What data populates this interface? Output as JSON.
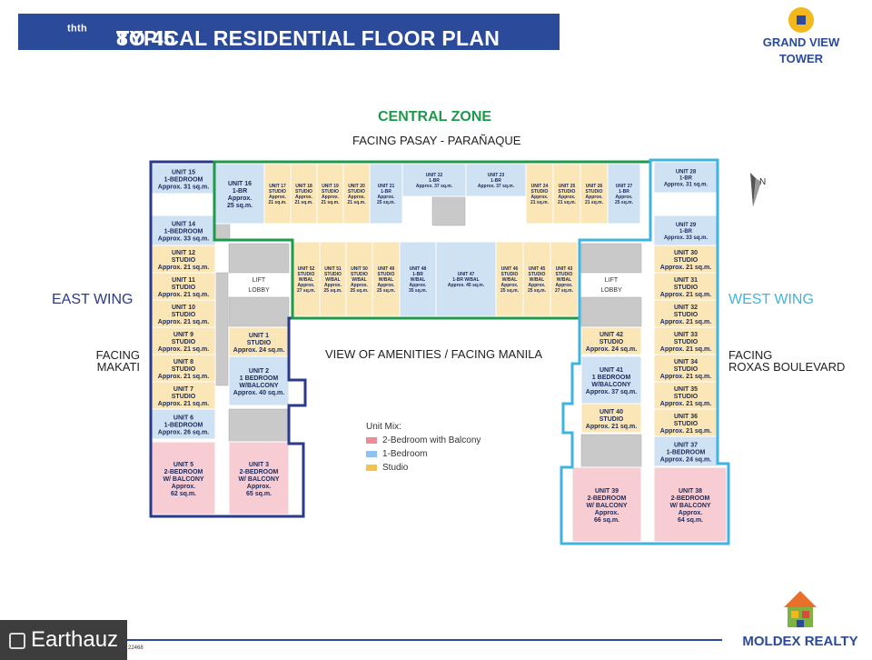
{
  "header": {
    "title_parts": {
      "a": "8",
      "a_sup": "th",
      "b": " TO 45",
      "b_sup": "th",
      "c": " TYPICAL RESIDENTIAL FLOOR PLAN"
    },
    "brand_line1": "GRAND VIEW",
    "brand_line2": "TOWER"
  },
  "zones": {
    "central": "CENTRAL ZONE",
    "central_facing": "FACING PASAY - PARAÑAQUE",
    "east": "EAST WING",
    "east_facing1": "FACING",
    "east_facing2": "MAKATI",
    "west": "WEST WING",
    "west_facing1": "FACING",
    "west_facing2": "ROXAS BOULEVARD",
    "amenities": "VIEW OF AMENITIES / FACING MANILA",
    "compass": "N"
  },
  "colors": {
    "two_br": "#f7cdd3",
    "one_br": "#cfe2f3",
    "studio": "#fbe6b8",
    "service": "#c9c9c9",
    "east_outline": "#2b3a8a",
    "west_outline": "#3fb4e0",
    "central_outline": "#1e9a4a"
  },
  "legend": {
    "title": "Unit Mix:",
    "items": [
      {
        "label": "2-Bedroom with Balcony",
        "color": "#f08a96"
      },
      {
        "label": "1-Bedroom",
        "color": "#8dc3ee"
      },
      {
        "label": "Studio",
        "color": "#f2c34a"
      }
    ]
  },
  "lobby": {
    "east_l1": "LIFT",
    "east_l2": "LOBBY",
    "west_l1": "LIFT",
    "west_l2": "LOBBY"
  },
  "units": [
    {
      "no": "UNIT 15",
      "type": "1-BEDROOM",
      "area": "Approx. 31 sq.m."
    },
    {
      "no": "UNIT 14",
      "type": "1-BEDROOM",
      "area": "Approx. 33 sq.m."
    },
    {
      "no": "UNIT 12",
      "type": "STUDIO",
      "area": "Approx. 21 sq.m."
    },
    {
      "no": "UNIT 11",
      "type": "STUDIO",
      "area": "Approx. 21 sq.m."
    },
    {
      "no": "UNIT 10",
      "type": "STUDIO",
      "area": "Approx. 21 sq.m."
    },
    {
      "no": "UNIT 9",
      "type": "STUDIO",
      "area": "Approx. 21 sq.m."
    },
    {
      "no": "UNIT 8",
      "type": "STUDIO",
      "area": "Approx. 21 sq.m."
    },
    {
      "no": "UNIT 7",
      "type": "STUDIO",
      "area": "Approx. 21 sq.m."
    },
    {
      "no": "UNIT 6",
      "type": "1-BEDROOM",
      "area": "Approx. 26 sq.m."
    },
    {
      "no": "UNIT 5",
      "type": "2-BEDROOM",
      "type2": "W/ BALCONY",
      "area": "Approx.",
      "area2": "62 sq.m."
    },
    {
      "no": "UNIT 3",
      "type": "2-BEDROOM",
      "type2": "W/ BALCONY",
      "area": "Approx.",
      "area2": "65 sq.m."
    },
    {
      "no": "UNIT 1",
      "type": "STUDIO",
      "area": "Approx. 24 sq.m."
    },
    {
      "no": "UNIT 2",
      "type": "1 BEDROOM",
      "type2": "W/BALCONY",
      "area": "Approx. 40 sq.m."
    },
    {
      "no": "UNIT 16",
      "type": "1-BR",
      "area": "Approx.",
      "area2": "25 sq.m."
    },
    {
      "no": "UNIT 17",
      "type": "STUDIO",
      "area": "Approx.",
      "area2": "21 sq.m."
    },
    {
      "no": "UNIT 18",
      "type": "STUDIO",
      "area": "Approx.",
      "area2": "21 sq.m."
    },
    {
      "no": "UNIT 19",
      "type": "STUDIO",
      "area": "Approx.",
      "area2": "21 sq.m."
    },
    {
      "no": "UNIT 20",
      "type": "STUDIO",
      "area": "Approx.",
      "area2": "21 sq.m."
    },
    {
      "no": "UNIT 21",
      "type": "1-BR",
      "area": "Approx.",
      "area2": "25 sq.m."
    },
    {
      "no": "UNIT 22",
      "type": "1-BR",
      "area": "Approx. 37 sq.m."
    },
    {
      "no": "UNIT 23",
      "type": "1-BR",
      "area": "Approx. 37 sq.m."
    },
    {
      "no": "UNIT 24",
      "type": "STUDIO",
      "area": "Approx.",
      "area2": "21 sq.m."
    },
    {
      "no": "UNIT 25",
      "type": "STUDIO",
      "area": "Approx.",
      "area2": "21 sq.m."
    },
    {
      "no": "UNIT 26",
      "type": "STUDIO",
      "area": "Approx.",
      "area2": "21 sq.m."
    },
    {
      "no": "UNIT 27",
      "type": "1-BR",
      "area": "Approx.",
      "area2": "25 sq.m."
    },
    {
      "no": "UNIT 52",
      "type": "STUDIO",
      "type2": "W/BAL",
      "area": "Approx.",
      "area2": "27 sq.m."
    },
    {
      "no": "UNIT 51",
      "type": "STUDIO",
      "type2": "W/BAL",
      "area": "Approx.",
      "area2": "25 sq.m."
    },
    {
      "no": "UNIT 50",
      "type": "STUDIO",
      "type2": "W/BAL",
      "area": "Approx.",
      "area2": "25 sq.m."
    },
    {
      "no": "UNIT 49",
      "type": "STUDIO",
      "type2": "W/BAL",
      "area": "Approx.",
      "area2": "25 sq.m."
    },
    {
      "no": "UNIT 48",
      "type": "1-BR",
      "type2": "W/BAL",
      "area": "Approx.",
      "area2": "35 sq.m."
    },
    {
      "no": "UNIT 47",
      "type": "1-BR W/BAL",
      "area": "Approx. 45 sq.m."
    },
    {
      "no": "UNIT 46",
      "type": "STUDIO",
      "type2": "W/BAL",
      "area": "Approx.",
      "area2": "25 sq.m."
    },
    {
      "no": "UNIT 45",
      "type": "STUDIO",
      "type2": "W/BAL",
      "area": "Approx.",
      "area2": "25 sq.m."
    },
    {
      "no": "UNIT 43",
      "type": "STUDIO",
      "type2": "W/BAL",
      "area": "Approx.",
      "area2": "27 sq.m."
    },
    {
      "no": "UNIT 28",
      "type": "1-BR",
      "area": "Approx. 31 sq.m."
    },
    {
      "no": "UNIT 29",
      "type": "1-BR",
      "area": "Approx. 33 sq.m."
    },
    {
      "no": "UNIT 30",
      "type": "STUDIO",
      "area": "Approx. 21 sq.m."
    },
    {
      "no": "UNIT 31",
      "type": "STUDIO",
      "area": "Approx. 21 sq.m."
    },
    {
      "no": "UNIT 32",
      "type": "STUDIO",
      "area": "Approx. 21 sq.m."
    },
    {
      "no": "UNIT 33",
      "type": "STUDIO",
      "area": "Approx. 21 sq.m."
    },
    {
      "no": "UNIT 34",
      "type": "STUDIO",
      "area": "Approx. 21 sq.m."
    },
    {
      "no": "UNIT 35",
      "type": "STUDIO",
      "area": "Approx. 21 sq.m."
    },
    {
      "no": "UNIT 36",
      "type": "STUDIO",
      "area": "Approx. 21 sq.m."
    },
    {
      "no": "UNIT 37",
      "type": "1-BEDROOM",
      "area": "Approx. 24 sq.m."
    },
    {
      "no": "UNIT 38",
      "type": "2-BEDROOM",
      "type2": "W/ BALCONY",
      "area": "Approx.",
      "area2": "64 sq.m."
    },
    {
      "no": "UNIT 39",
      "type": "2-BEDROOM",
      "type2": "W/ BALCONY",
      "area": "Approx.",
      "area2": "66 sq.m."
    },
    {
      "no": "UNIT 42",
      "type": "STUDIO",
      "area": "Approx. 24 sq.m."
    },
    {
      "no": "UNIT 41",
      "type": "1 BEDROOM",
      "type2": "W/BALCONY",
      "area": "Approx. 37 sq.m."
    },
    {
      "no": "UNIT 40",
      "type": "STUDIO",
      "area": "Approx. 21 sq.m."
    }
  ],
  "footer": {
    "code": "22468",
    "developer": "MOLDEX REALTY",
    "watermark": "Earthauz"
  }
}
